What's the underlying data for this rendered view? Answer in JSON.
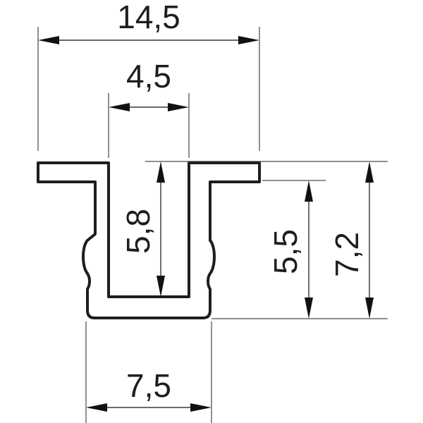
{
  "diagram": {
    "dimensions": {
      "overall_width": "14,5",
      "channel_width": "4,5",
      "channel_depth": "5,8",
      "body_height": "5,5",
      "overall_height": "7,2",
      "base_width": "7,5"
    },
    "colors": {
      "line": "#1e1e1e",
      "background": "#ffffff"
    }
  }
}
